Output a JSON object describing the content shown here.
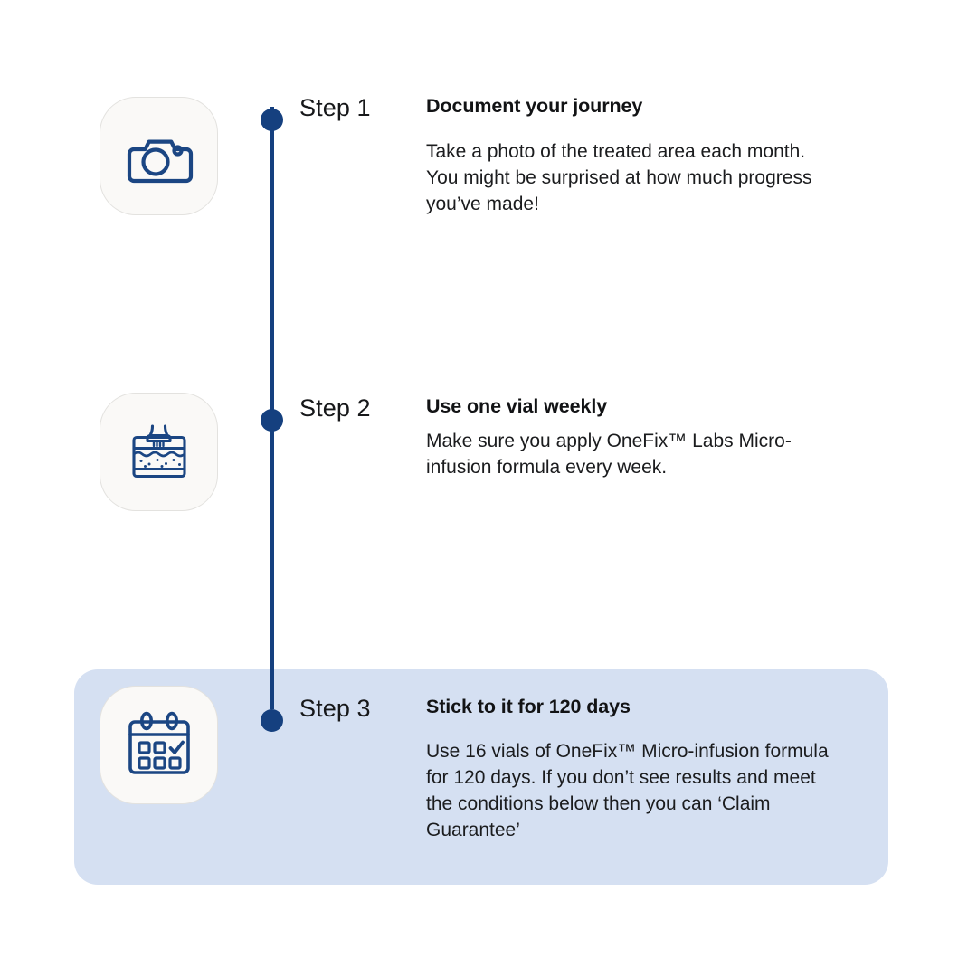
{
  "theme": {
    "page_background": "#ffffff",
    "accent_navy": "#15407f",
    "highlight_panel_background": "#d5e0f2",
    "icon_tile_background": "#faf9f7",
    "icon_tile_border": "#e3e2df",
    "heading_color": "#121315",
    "body_color": "#1b1c1e",
    "step_label_color": "#17181a"
  },
  "steps": [
    {
      "label": "Step 1",
      "icon": "camera-icon",
      "title": "Document your journey",
      "body": "Take a photo of the treated area each month. You might be surprised at how much progress you’ve made!",
      "highlighted": false
    },
    {
      "label": "Step 2",
      "icon": "skin-microinfusion-icon",
      "title": "Use one vial weekly",
      "body": "Make sure you apply OneFix™ Labs Micro-infusion formula every week.",
      "highlighted": false
    },
    {
      "label": "Step 3",
      "icon": "calendar-check-icon",
      "title": "Stick to it for 120 days",
      "body": "Use 16 vials of OneFix™ Micro-infusion formula for 120 days. If you don’t see results and meet the conditions below then you can ‘Claim Guarantee’",
      "highlighted": true
    }
  ]
}
